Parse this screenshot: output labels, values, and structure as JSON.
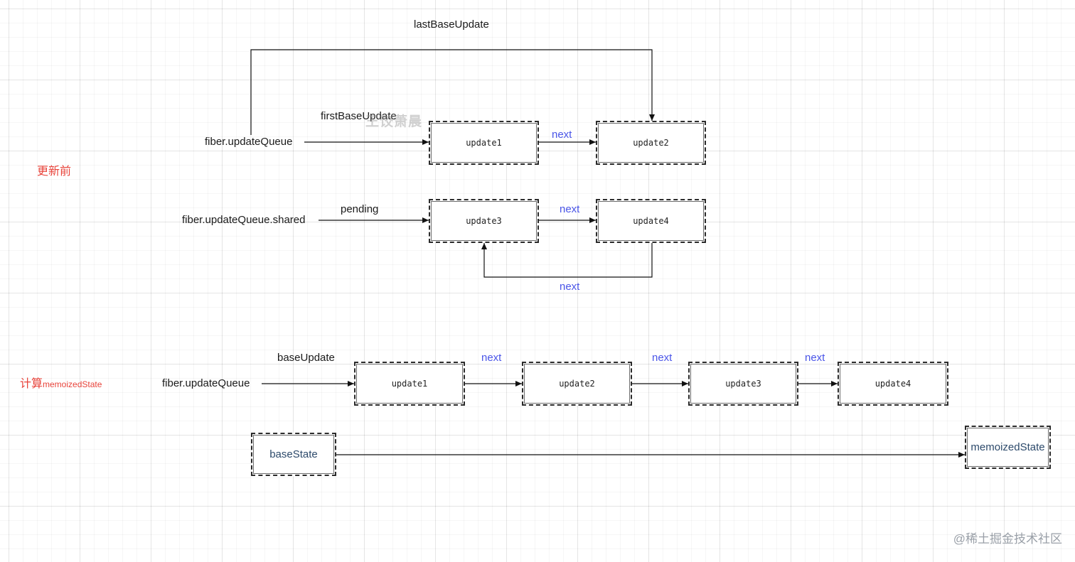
{
  "sections": {
    "before_label": "更新前",
    "compute_label_prefix": "计算",
    "compute_label_suffix": "memoizedState"
  },
  "labels": {
    "lastBaseUpdate": "lastBaseUpdate",
    "firstBaseUpdate": "firstBaseUpdate",
    "fiber_updateQueue_top": "fiber.updateQueue",
    "fiber_updateQueue_shared": "fiber.updateQueue.shared",
    "pending": "pending",
    "baseUpdate": "baseUpdate",
    "fiber_updateQueue_bottom": "fiber.updateQueue"
  },
  "edges": {
    "next_1": "next",
    "next_2": "next",
    "next_3": "next",
    "next_4": "next",
    "next_5": "next",
    "next_6": "next"
  },
  "nodes": {
    "top_update1": "update1",
    "top_update2": "update2",
    "mid_update3": "update3",
    "mid_update4": "update4",
    "bot_update1": "update1",
    "bot_update2": "update2",
    "bot_update3": "update3",
    "bot_update4": "update4",
    "baseState": "baseState",
    "memoizedState": "memoizedState"
  },
  "overlay_mark": "王饺萧晨",
  "watermark": "@稀土掘金技术社区",
  "colors": {
    "section_label": "#e8433a",
    "edge_label": "#4a55e8",
    "state_text": "#2d4a6b"
  }
}
